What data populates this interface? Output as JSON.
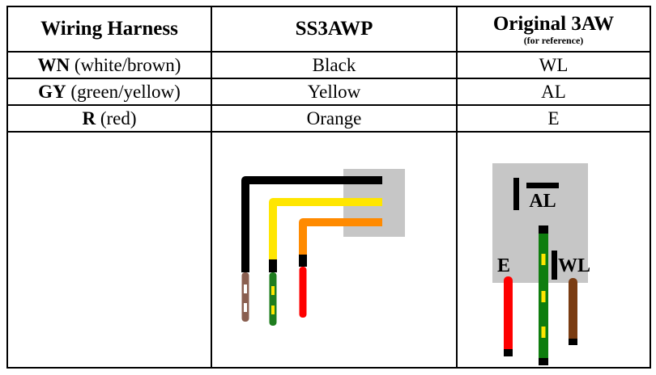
{
  "headers": {
    "col1": "Wiring Harness",
    "col2": "SS3AWP",
    "col3": "Original 3AW",
    "col3_sub": "(for reference)"
  },
  "rows": [
    {
      "code": "WN",
      "desc": " (white/brown)",
      "ss3awp": "Black",
      "original": "WL"
    },
    {
      "code": "GY",
      "desc": " (green/yellow)",
      "ss3awp": "Yellow",
      "original": "AL"
    },
    {
      "code": "R",
      "desc": " (red)",
      "ss3awp": "Orange",
      "original": "E"
    }
  ],
  "diagram": {
    "relay_labels": {
      "al": "AL",
      "e": "E",
      "wl": "WL"
    }
  },
  "colors": {
    "border": "#000000",
    "connector_gray": "#c6c6c6",
    "wire_black": "#000000",
    "wire_yellow": "#ffe600",
    "wire_orange": "#ff8a00",
    "terminal_brown": "#8a5f50",
    "terminal_green": "#1e7d1e",
    "terminal_red": "#fe0000",
    "stripe_white": "#ffffff",
    "relay_wire_red": "#fe0000",
    "relay_wire_green": "#0e7d0e",
    "relay_wire_brown": "#7a3c12",
    "pin_black": "#000000"
  }
}
